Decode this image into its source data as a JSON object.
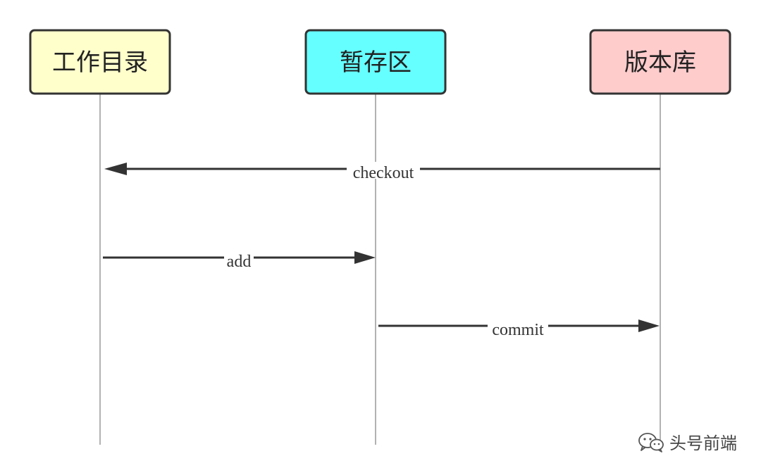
{
  "actors": [
    {
      "id": "working",
      "label": "工作目录",
      "fill": "#ffffcc"
    },
    {
      "id": "staging",
      "label": "暂存区",
      "fill": "#66ffff"
    },
    {
      "id": "repo",
      "label": "版本库",
      "fill": "#ffcccc"
    }
  ],
  "messages": [
    {
      "id": "checkout",
      "label": "checkout",
      "from": "repo",
      "to": "working",
      "order": 1
    },
    {
      "id": "add",
      "label": "add",
      "from": "working",
      "to": "staging",
      "order": 2
    },
    {
      "id": "commit",
      "label": "commit",
      "from": "staging",
      "to": "repo",
      "order": 3
    }
  ],
  "watermark": {
    "text": "头号前端",
    "icon": "wechat-icon"
  },
  "colors": {
    "stroke": "#333333",
    "lifeline": "#999999"
  }
}
